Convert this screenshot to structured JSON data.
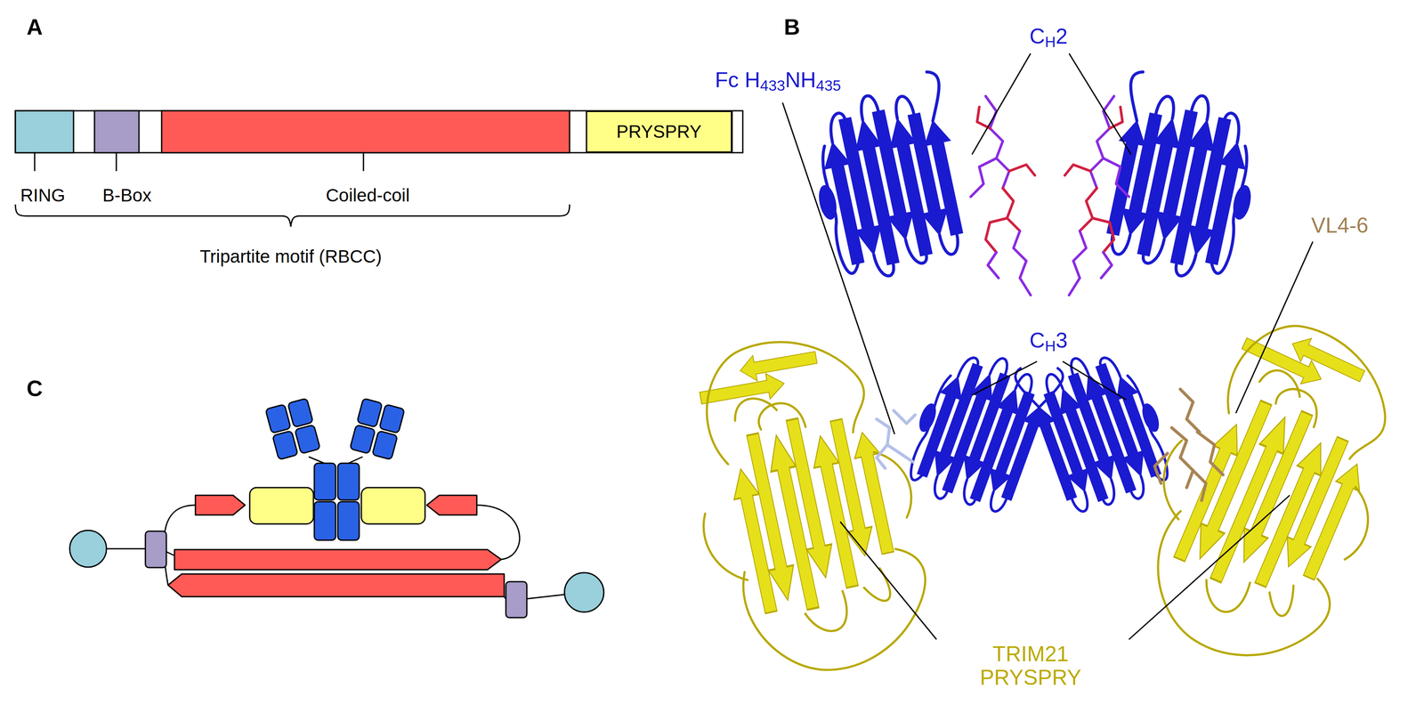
{
  "diagram": {
    "nodes": [
      {
        "text": [
          "PRYSPRY"
        ]
      }
    ],
    "labels": [
      "A",
      "B",
      "C",
      "RING",
      "B-Box",
      "Coiled-coil",
      "Tripartite motif (RBCC)",
      "CH2",
      "Fc H433NH435",
      "CH3",
      "VL4-6",
      "TRIM21 PRYSPRY"
    ]
  }
}
